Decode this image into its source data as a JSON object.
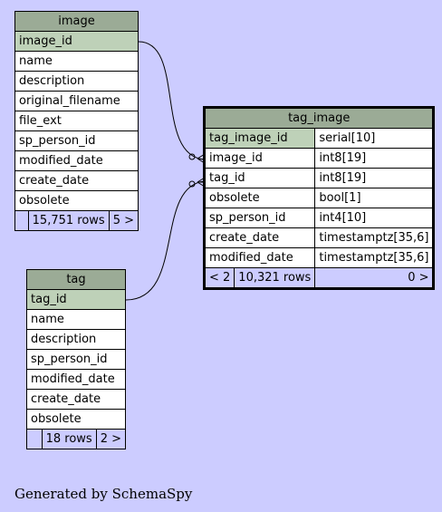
{
  "tables": {
    "image": {
      "name": "image",
      "columns": [
        "image_id",
        "name",
        "description",
        "original_filename",
        "file_ext",
        "sp_person_id",
        "modified_date",
        "create_date",
        "obsolete"
      ],
      "footer": {
        "left": "",
        "rows": "15,751 rows",
        "right": "5 >"
      }
    },
    "tag": {
      "name": "tag",
      "columns": [
        "tag_id",
        "name",
        "description",
        "sp_person_id",
        "modified_date",
        "create_date",
        "obsolete"
      ],
      "footer": {
        "left": "",
        "rows": "18 rows",
        "right": "2 >"
      }
    },
    "tag_image": {
      "name": "tag_image",
      "columns": [
        {
          "name": "tag_image_id",
          "type": "serial[10]"
        },
        {
          "name": "image_id",
          "type": "int8[19]"
        },
        {
          "name": "tag_id",
          "type": "int8[19]"
        },
        {
          "name": "obsolete",
          "type": "bool[1]"
        },
        {
          "name": "sp_person_id",
          "type": "int4[10]"
        },
        {
          "name": "create_date",
          "type": "timestamptz[35,6]"
        },
        {
          "name": "modified_date",
          "type": "timestamptz[35,6]"
        }
      ],
      "footer": {
        "left": "< 2",
        "rows": "10,321 rows",
        "right": "0 >"
      }
    }
  },
  "relationships": [
    {
      "from": "image.image_id",
      "to": "tag_image.image_id"
    },
    {
      "from": "tag.tag_id",
      "to": "tag_image.tag_id"
    }
  ],
  "footer_note": "Generated by SchemaSpy"
}
